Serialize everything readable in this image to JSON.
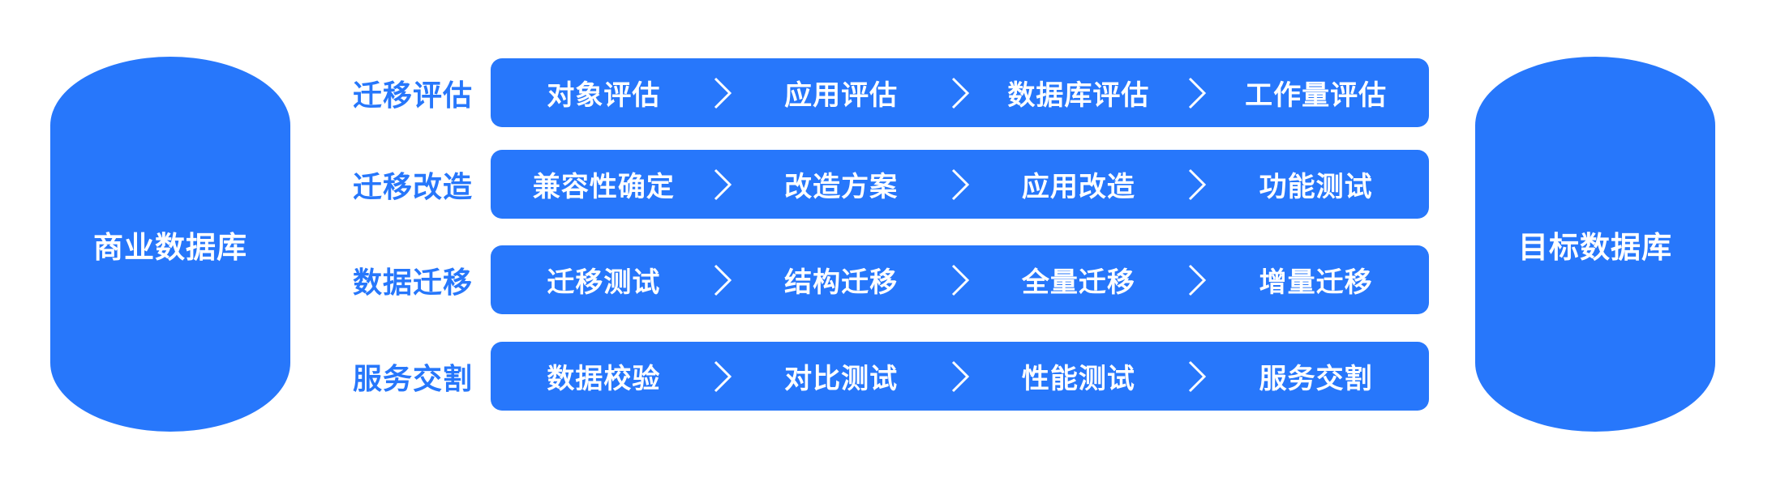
{
  "colors": {
    "primary_blue": "#2777FB",
    "text_on_blue": "#FFFFFF",
    "page_bg": "#FFFFFF"
  },
  "icons": {
    "step_separator": "chevron-right-icon"
  },
  "source_db": {
    "label": "商业数据库"
  },
  "target_db": {
    "label": "目标数据库"
  },
  "phases": [
    {
      "label": "迁移评估",
      "steps": [
        "对象评估",
        "应用评估",
        "数据库评估",
        "工作量评估"
      ]
    },
    {
      "label": "迁移改造",
      "steps": [
        "兼容性确定",
        "改造方案",
        "应用改造",
        "功能测试"
      ]
    },
    {
      "label": "数据迁移",
      "steps": [
        "迁移测试",
        "结构迁移",
        "全量迁移",
        "增量迁移"
      ]
    },
    {
      "label": "服务交割",
      "steps": [
        "数据校验",
        "对比测试",
        "性能测试",
        "服务交割"
      ]
    }
  ]
}
